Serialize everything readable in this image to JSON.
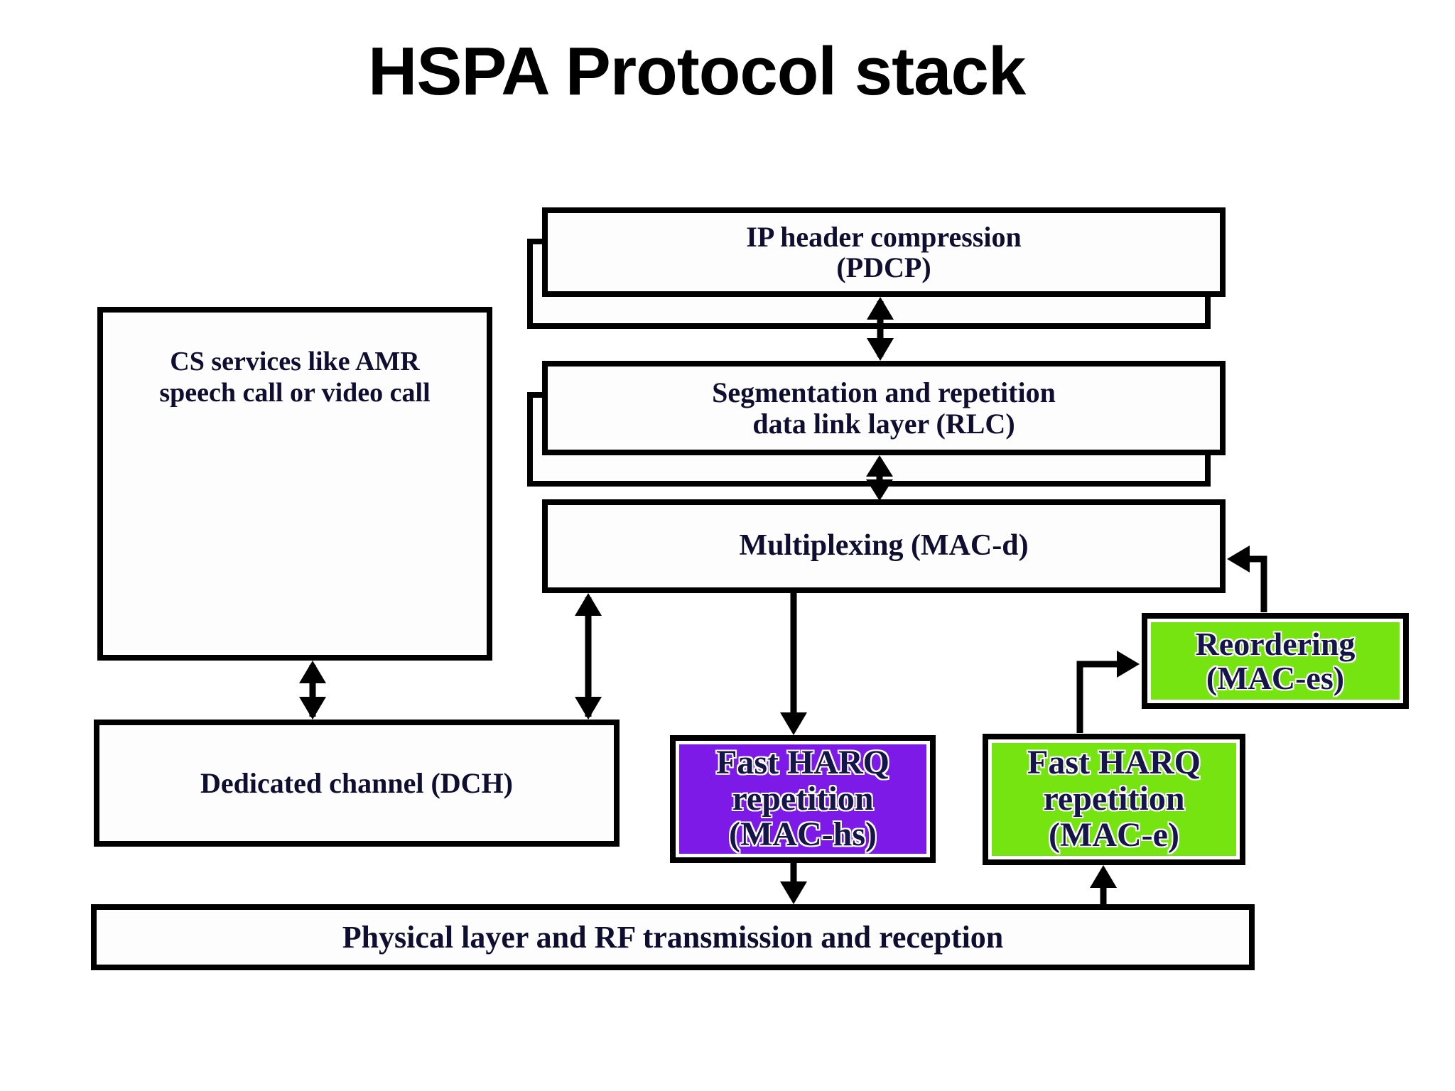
{
  "title": "HSPA Protocol stack",
  "colors": {
    "line": "#000000",
    "ink": "#0e0e30",
    "ink_dark": "#15154a",
    "box_fill": "#fdfdfd",
    "purple": "#7d1ae8",
    "green": "#76e411",
    "background": "#ffffff"
  },
  "nodes": {
    "pdcp": {
      "lines": [
        "IP header compression",
        "(PDCP)"
      ]
    },
    "rlc": {
      "lines": [
        "Segmentation and repetition",
        "data link layer (RLC)"
      ]
    },
    "macd": {
      "lines": [
        "Multiplexing (MAC-d)"
      ]
    },
    "cs": {
      "lines": [
        "CS services like AMR",
        "speech call or video call"
      ]
    },
    "dch": {
      "lines": [
        "Dedicated channel (DCH)"
      ]
    },
    "mac_hs": {
      "lines": [
        "Fast HARQ",
        "repetition",
        "(MAC-hs)"
      ]
    },
    "mac_e": {
      "lines": [
        "Fast HARQ",
        "repetition",
        "(MAC-e)"
      ]
    },
    "mac_es": {
      "lines": [
        "Reordering",
        "(MAC-es)"
      ]
    },
    "physical": {
      "lines": [
        "Physical layer and RF transmission and reception"
      ]
    }
  },
  "edges": [
    {
      "from": "pdcp",
      "to": "rlc",
      "style": "double-arrow"
    },
    {
      "from": "rlc",
      "to": "macd",
      "style": "double-arrow"
    },
    {
      "from": "cs",
      "to": "dch",
      "style": "double-arrow"
    },
    {
      "from": "macd",
      "to": "dch",
      "style": "double-arrow"
    },
    {
      "from": "macd",
      "to": "mac_hs",
      "style": "arrow-down"
    },
    {
      "from": "mac_hs",
      "to": "physical",
      "style": "arrow-down"
    },
    {
      "from": "physical",
      "to": "mac_e",
      "style": "arrow-up"
    },
    {
      "from": "mac_e",
      "to": "mac_es",
      "style": "arrow-elbow-right"
    },
    {
      "from": "mac_es",
      "to": "macd",
      "style": "arrow-elbow-left"
    },
    {
      "from": "dch",
      "to": "physical",
      "style": "double-arrow"
    }
  ]
}
